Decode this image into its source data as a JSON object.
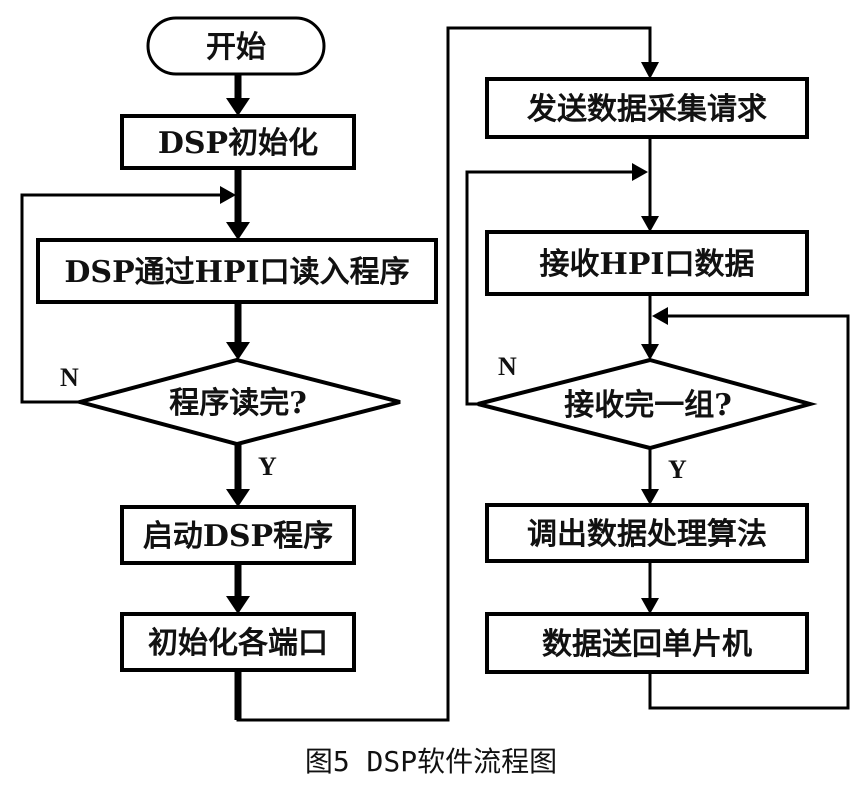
{
  "nodes": {
    "start": "开始",
    "dsp_init": "DSP初始化",
    "read_program": "DSP通过HPI口读入程序",
    "program_done": "程序读完?",
    "start_dsp": "启动DSP程序",
    "init_ports": "初始化各端口",
    "send_request": "发送数据采集请求",
    "receive_hpi": "接收HPI口数据",
    "group_done": "接收完一组?",
    "process_algo": "调出数据处理算法",
    "send_back": "数据送回单片机"
  },
  "branch_labels": {
    "no_left": "N",
    "yes_left": "Y",
    "no_right": "N",
    "yes_right": "Y"
  },
  "caption": "图5 DSP软件流程图"
}
